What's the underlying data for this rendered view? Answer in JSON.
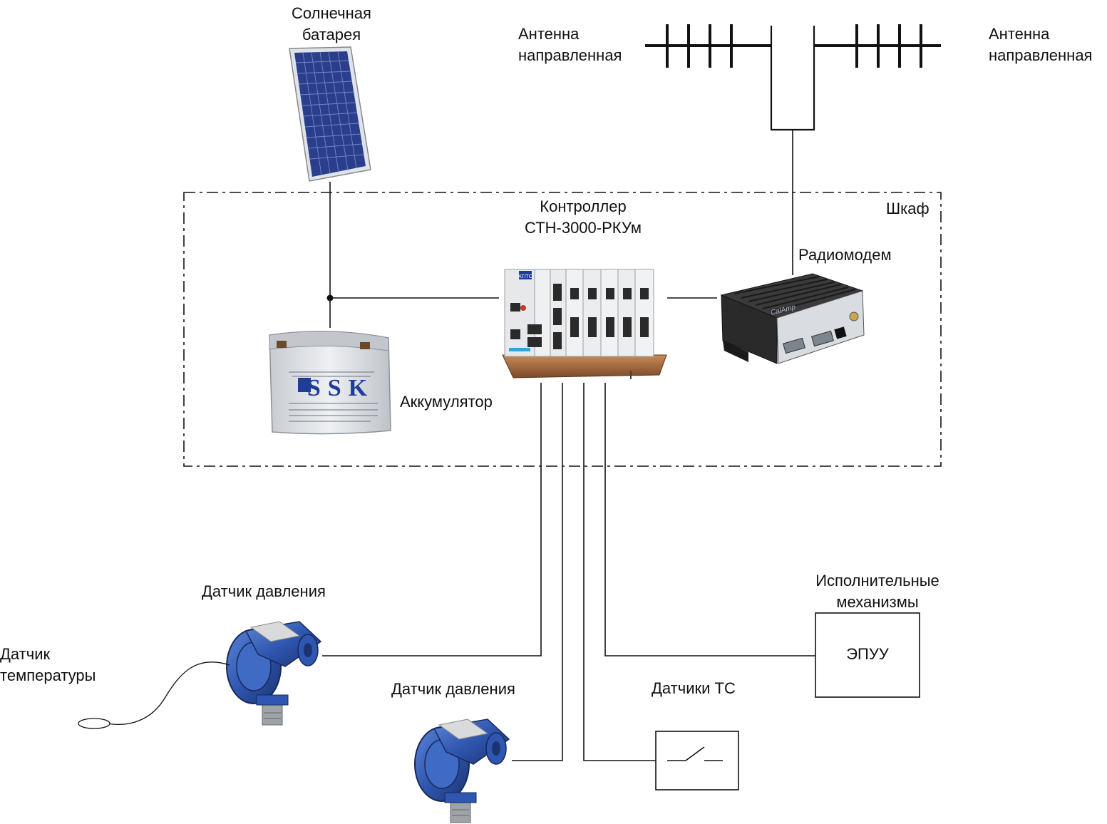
{
  "labels": {
    "solar_line1": "Солнечная",
    "solar_line2": "батарея",
    "antenna_left_line1": "Антенна",
    "antenna_left_line2": "направленная",
    "antenna_right_line1": "Антенна",
    "antenna_right_line2": "направленная",
    "cabinet": "Шкаф",
    "controller_line1": "Контроллер",
    "controller_line2": "СТН-3000-РКУм",
    "radiomodem": "Радиомодем",
    "battery": "Аккумулятор",
    "pressure_sensor_1": "Датчик давления",
    "pressure_sensor_2": "Датчик давления",
    "temp_sensor_line1": "Датчик",
    "temp_sensor_line2": "температуры",
    "actuators_line1": "Исполнительные",
    "actuators_line2": "механизмы",
    "epuu": "ЭПУУ",
    "ts_sensors": "Датчики ТС"
  },
  "device_text": {
    "battery_brand": "SSK",
    "modem_brand": "CalAmp",
    "controller_badge": "AT/TC"
  },
  "colors": {
    "line": "#111111",
    "solar_cell": "#2b3e8c",
    "sensor_blue": "#2f56b0",
    "battery_body": "#d8dbe0",
    "battery_text": "#1f3c99",
    "controller_base": "#a0673e",
    "modem_body": "#2a2a2a"
  }
}
